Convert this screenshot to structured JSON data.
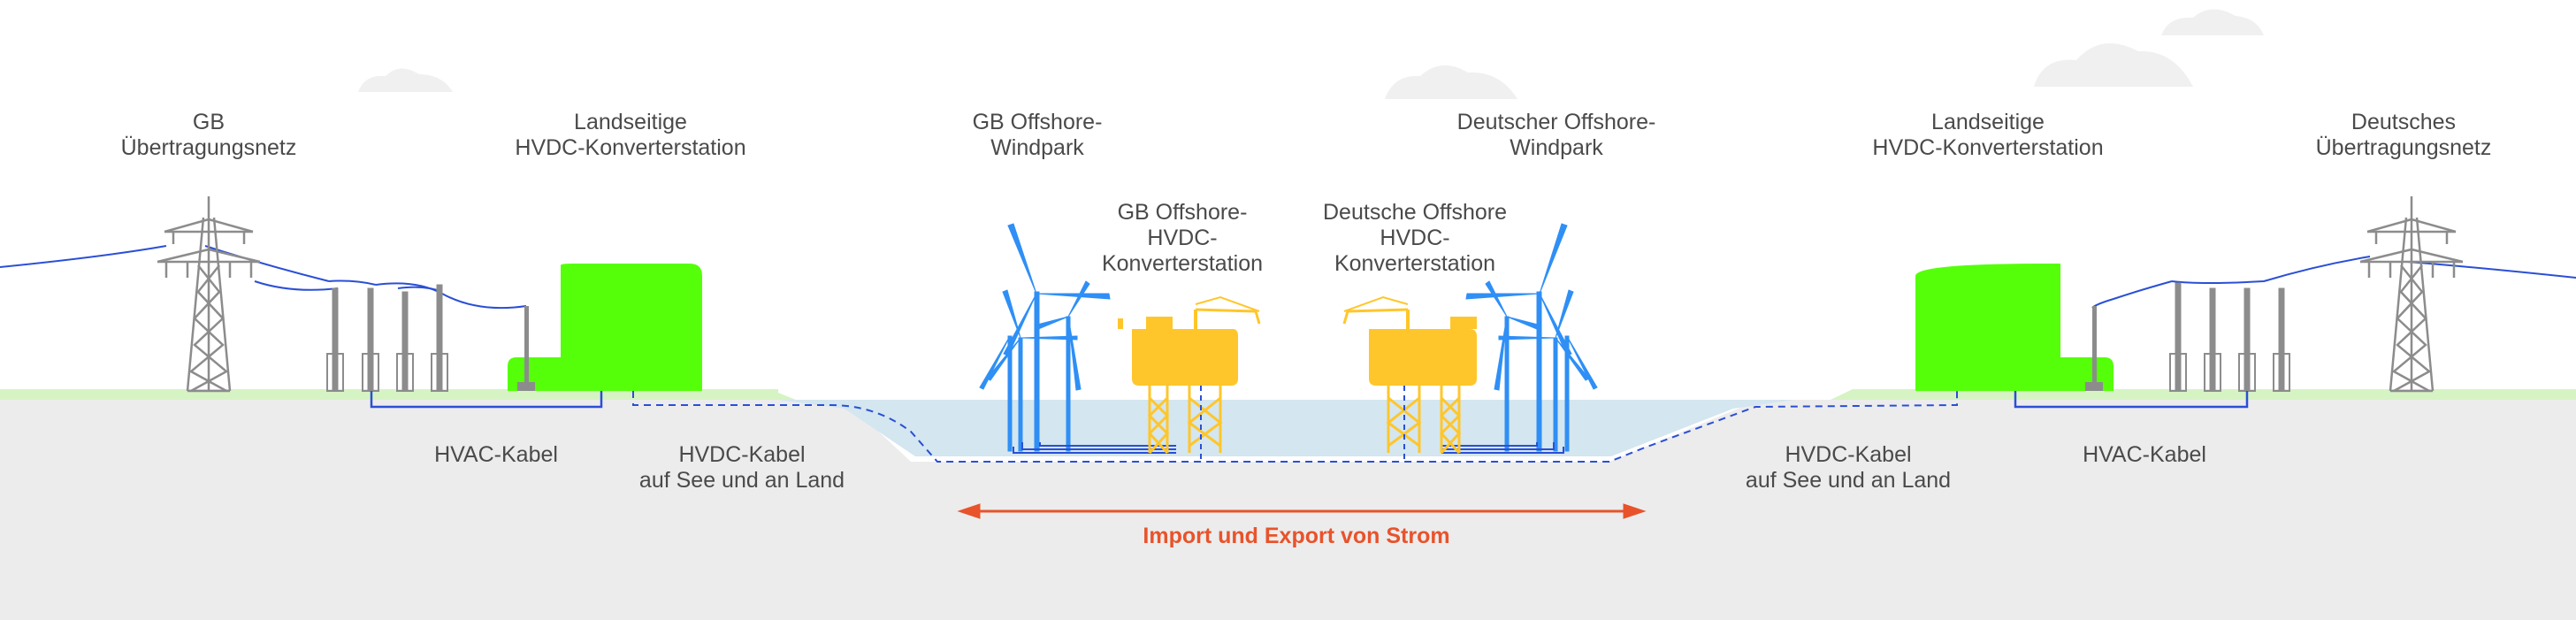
{
  "labels": {
    "gb_grid": [
      "GB",
      "Übertragungsnetz"
    ],
    "left_onshore_station": [
      "Landseitige",
      "HVDC-Konverterstation"
    ],
    "gb_windpark": [
      "GB Offshore-",
      "Windpark"
    ],
    "gb_offshore_station": [
      "GB Offshore-",
      "HVDC-",
      "Konverterstation"
    ],
    "de_offshore_station": [
      "Deutsche Offshore",
      "HVDC-",
      "Konverterstation"
    ],
    "de_windpark": [
      "Deutscher Offshore-",
      "Windpark"
    ],
    "right_onshore_station": [
      "Landseitige",
      "HVDC-Konverterstation"
    ],
    "de_grid": [
      "Deutsches",
      "Übertragungsnetz"
    ],
    "left_hvac": [
      "HVAC-Kabel"
    ],
    "left_hvdc": [
      "HVDC-Kabel",
      "auf See und an Land"
    ],
    "right_hvdc": [
      "HVDC-Kabel",
      "auf See und an Land"
    ],
    "right_hvac": [
      "HVAC-Kabel"
    ]
  },
  "arrow_label": "Import und Export von Strom",
  "colors": {
    "ground": "#ececec",
    "grass": "#d6f3c4",
    "sea": "#d4e6ef",
    "converter": "#55ff0a",
    "platform": "#ffc62b",
    "turbine": "#2f8ff5",
    "cable": "#2a4fd6",
    "pylon": "#8c8c8c",
    "arrow": "#e8532b",
    "text": "#4a4a4a"
  }
}
